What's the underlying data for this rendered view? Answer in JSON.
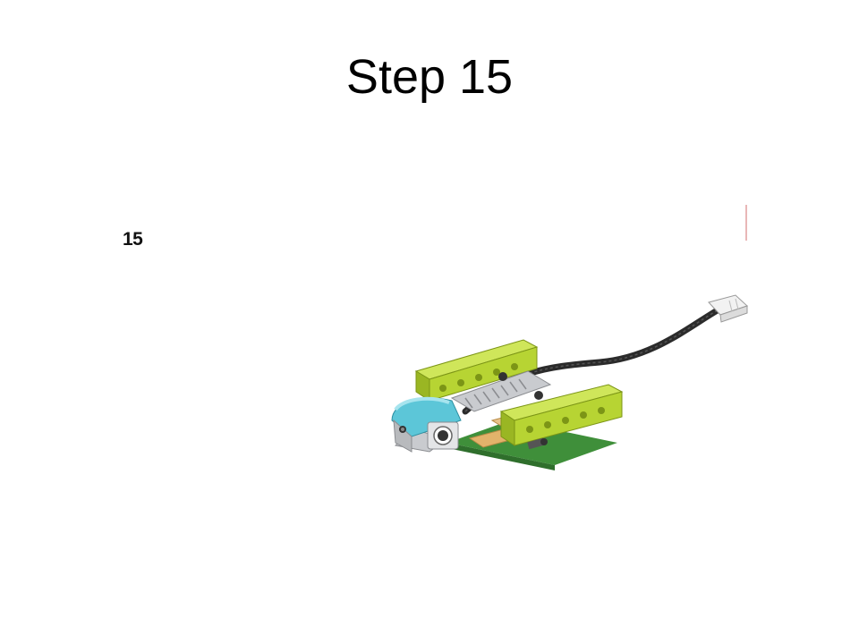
{
  "slide": {
    "title": "Step 15",
    "step_number": "15"
  },
  "illustration": {
    "subject": "lego-wedo-model-with-cable",
    "colors": {
      "lime": "#b7d433",
      "lime_dark": "#8fac1e",
      "teal": "#5cc6d8",
      "grey": "#c9cbcf",
      "green_plate": "#3f8f3a",
      "tan": "#e2b36b",
      "cable": "#2b2b2b"
    }
  }
}
